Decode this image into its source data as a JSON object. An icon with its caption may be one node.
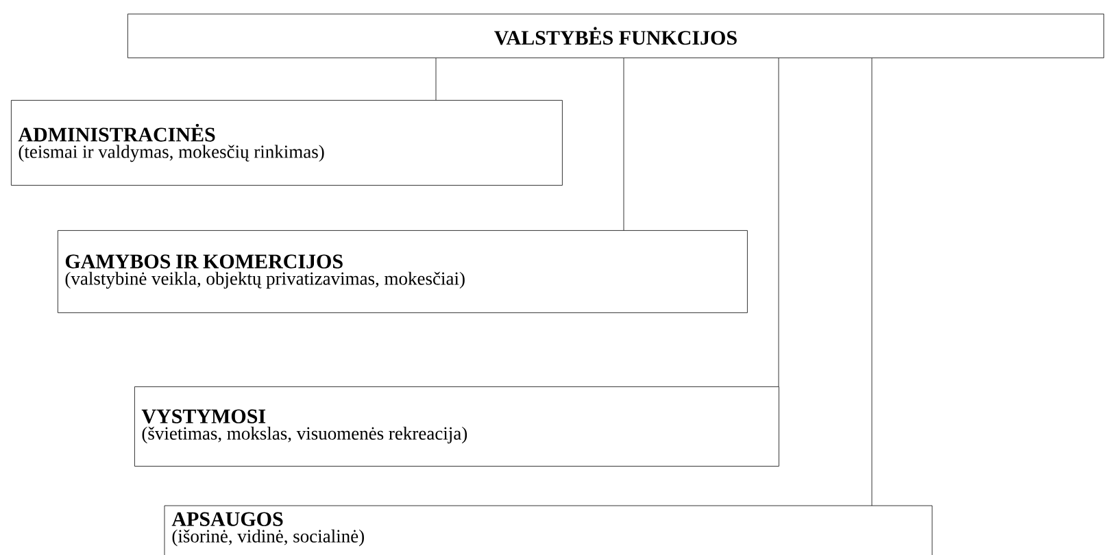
{
  "diagram": {
    "nodes": [
      {
        "text": [
          "VALSTYBĖS FUNKCIJOS"
        ]
      },
      {
        "text": [
          "ADMINISTRACINĖS",
          "(teismai ir valdymas, mokesčių rinkimas)"
        ]
      },
      {
        "text": [
          "GAMYBOS IR KOMERCIJOS",
          "(valstybinė veikla, objektų privatizavimas, mokesčiai)"
        ]
      },
      {
        "text": [
          "VYSTYMOSI",
          "(švietimas, mokslas, visuomenės rekreacija)"
        ]
      },
      {
        "text": [
          "APSAUGOS",
          "(išorinė, vidinė, socialinė)"
        ]
      }
    ],
    "edges": [
      {
        "from": 0,
        "to": 1,
        "arrow": "none"
      },
      {
        "from": 0,
        "to": 2,
        "arrow": "none"
      },
      {
        "from": 0,
        "to": 3,
        "arrow": "none"
      },
      {
        "from": 0,
        "to": 4,
        "arrow": "none"
      }
    ]
  }
}
